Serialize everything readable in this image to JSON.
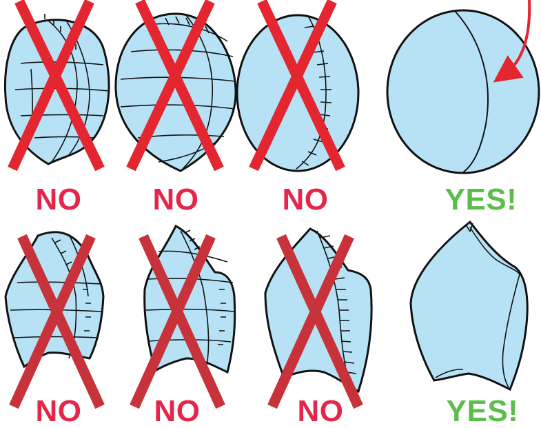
{
  "colors": {
    "fill": "#b7e2f6",
    "outline": "#111111",
    "cross": "#e3262f",
    "cross_dark": "#c8323b",
    "no_text": "#e4264a",
    "yes_text": "#5cbd4b",
    "arrow": "#e3262f"
  },
  "rows": [
    {
      "shape": "round",
      "panels": [
        {
          "verdict": "NO",
          "seams": "irregular-grid",
          "crossed": true
        },
        {
          "verdict": "NO",
          "seams": "grid",
          "crossed": true
        },
        {
          "verdict": "NO",
          "seams": "stitched-line",
          "crossed": true
        },
        {
          "verdict": "YES!",
          "seams": "single-fold",
          "crossed": false,
          "arrow": true
        }
      ]
    },
    {
      "shape": "pointed",
      "panels": [
        {
          "verdict": "NO",
          "seams": "grid",
          "crossed": true
        },
        {
          "verdict": "NO",
          "seams": "grid",
          "crossed": true
        },
        {
          "verdict": "NO",
          "seams": "stitched-line",
          "crossed": true
        },
        {
          "verdict": "YES!",
          "seams": "fold-lines",
          "crossed": false
        }
      ]
    }
  ]
}
